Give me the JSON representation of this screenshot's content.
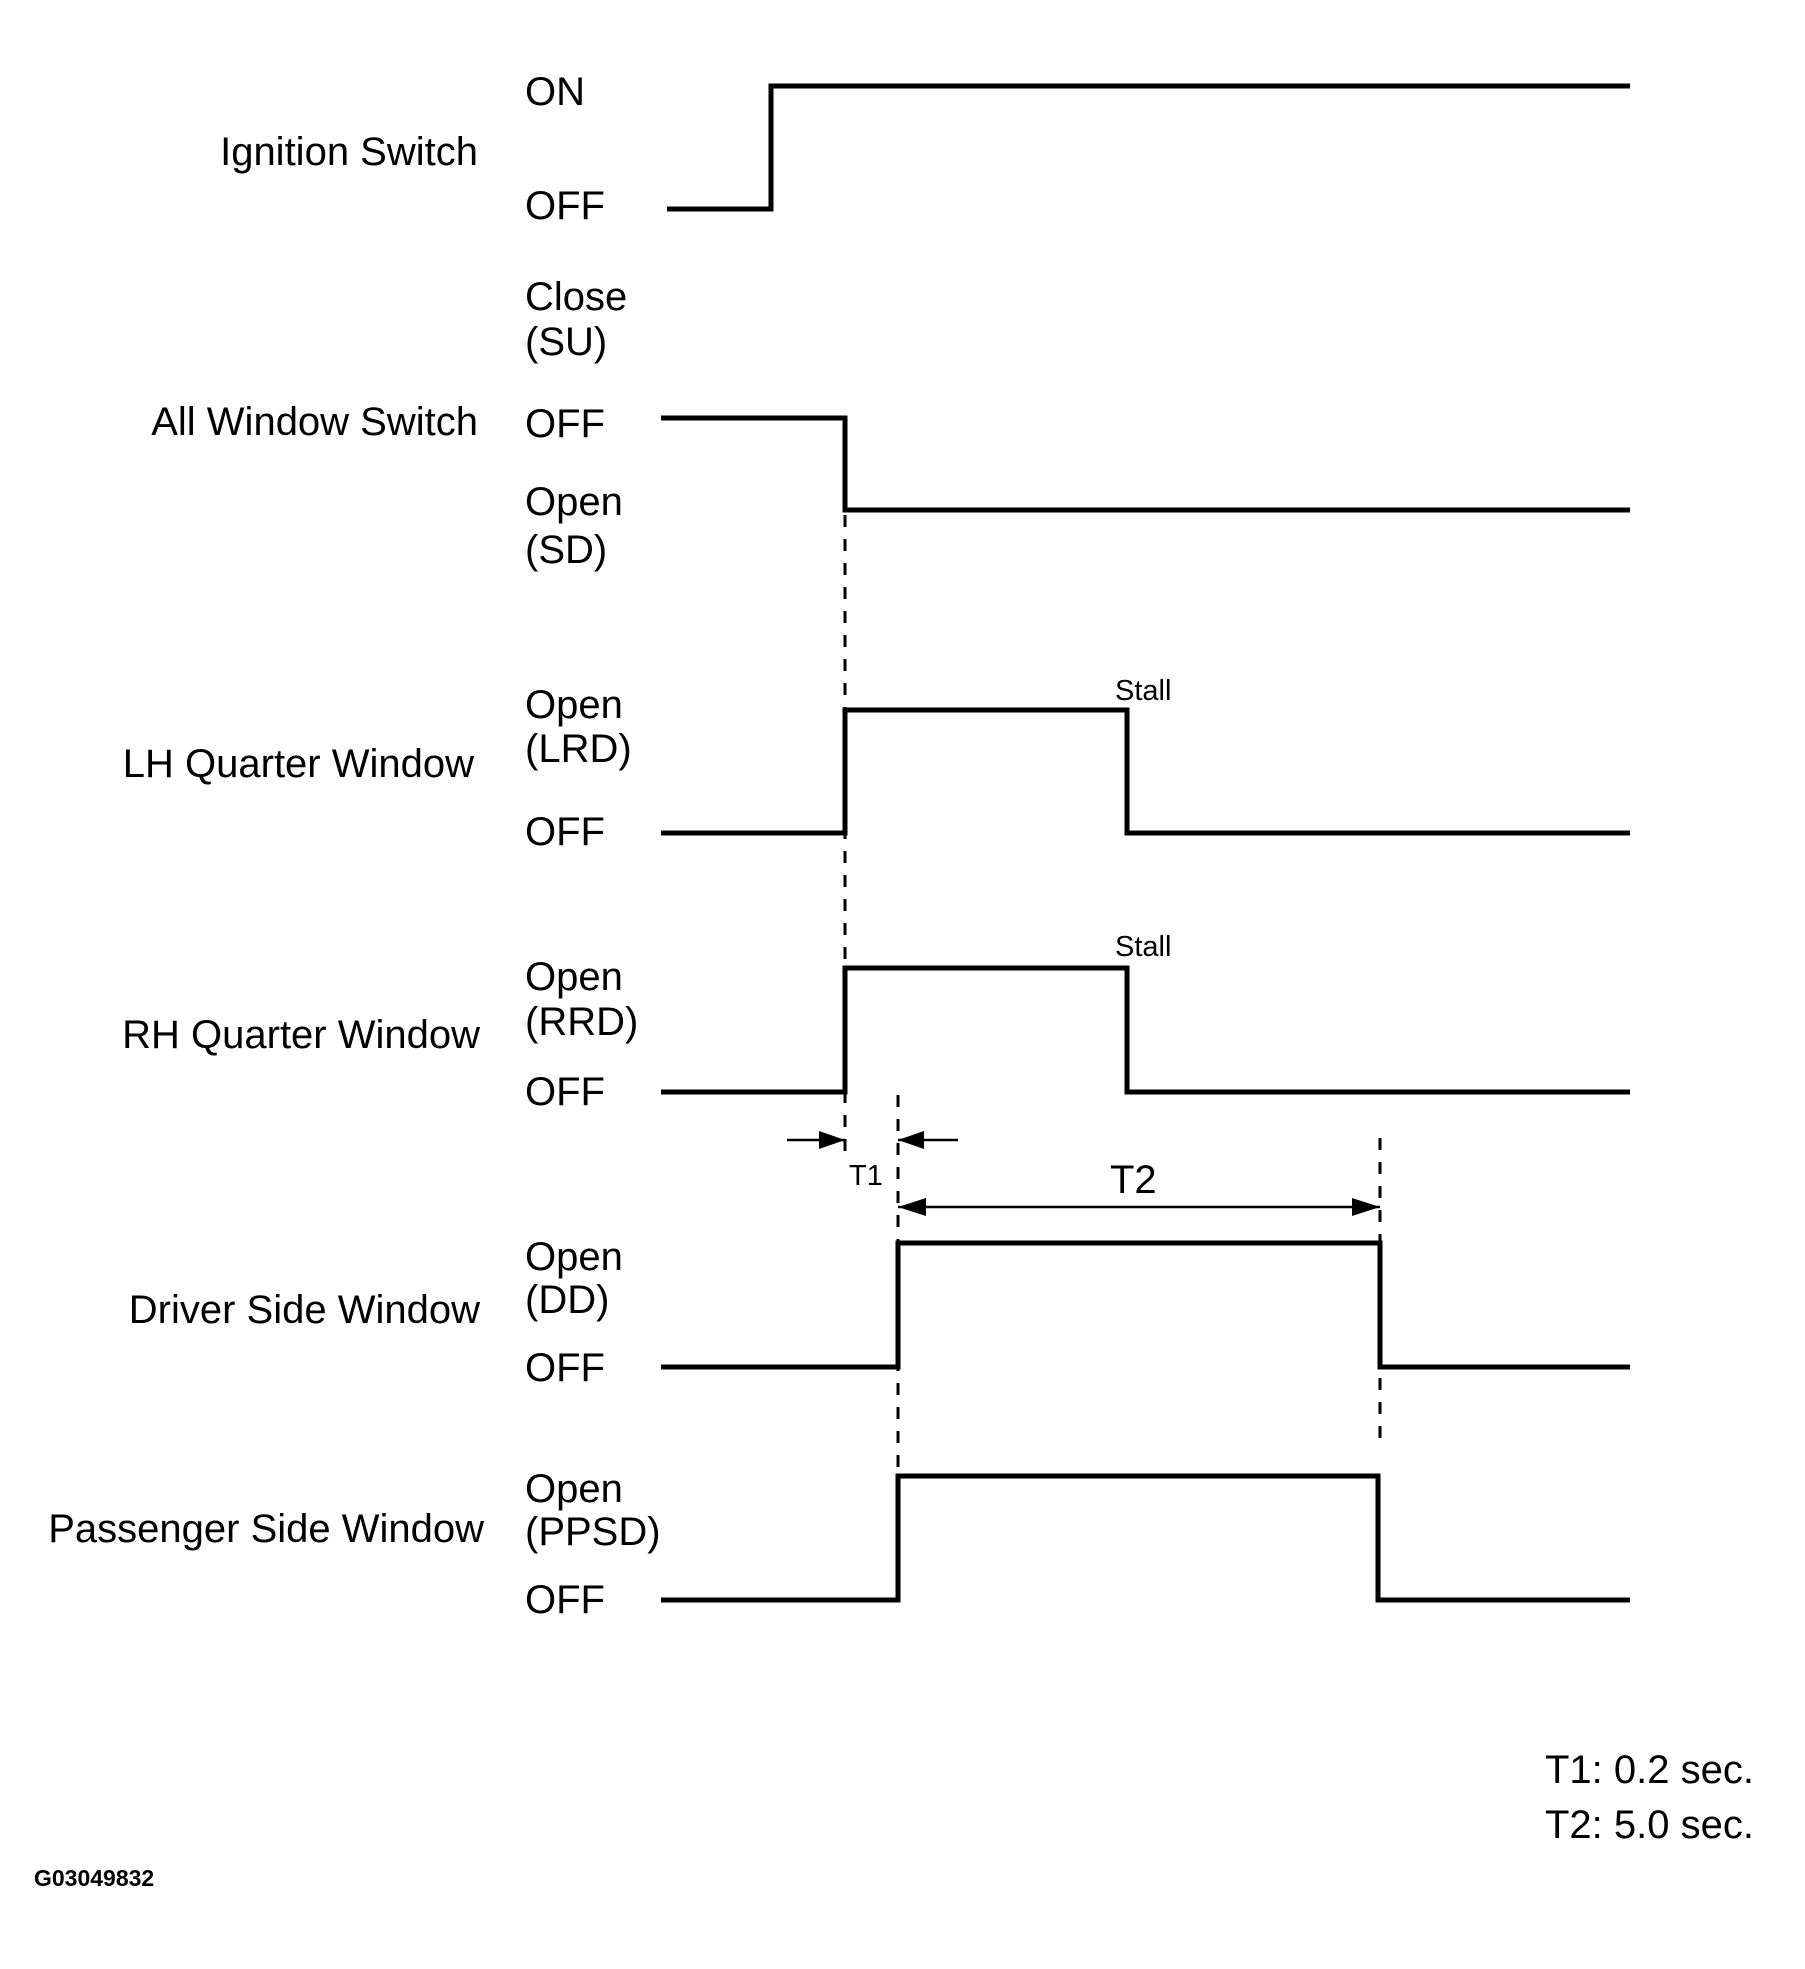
{
  "signals": [
    {
      "name": "Ignition Switch",
      "states": [
        "ON",
        "OFF"
      ]
    },
    {
      "name": "All Window Switch",
      "states": [
        "Close",
        "(SU)",
        "OFF",
        "Open",
        "(SD)"
      ]
    },
    {
      "name": "LH Quarter Window",
      "states": [
        "Open",
        "(LRD)",
        "OFF"
      ],
      "note": "Stall"
    },
    {
      "name": "RH Quarter Window",
      "states": [
        "Open",
        "(RRD)",
        "OFF"
      ],
      "note": "Stall"
    },
    {
      "name": "Driver Side Window",
      "states": [
        "Open",
        "(DD)",
        "OFF"
      ]
    },
    {
      "name": "Passenger Side Window",
      "states": [
        "Open",
        "(PPSD)",
        "OFF"
      ]
    }
  ],
  "timing": {
    "t1_label": "T1",
    "t2_label": "T2"
  },
  "legend": {
    "t1": "T1: 0.2 sec.",
    "t2": "T2: 5.0 sec."
  },
  "figure_code": "G03049832"
}
